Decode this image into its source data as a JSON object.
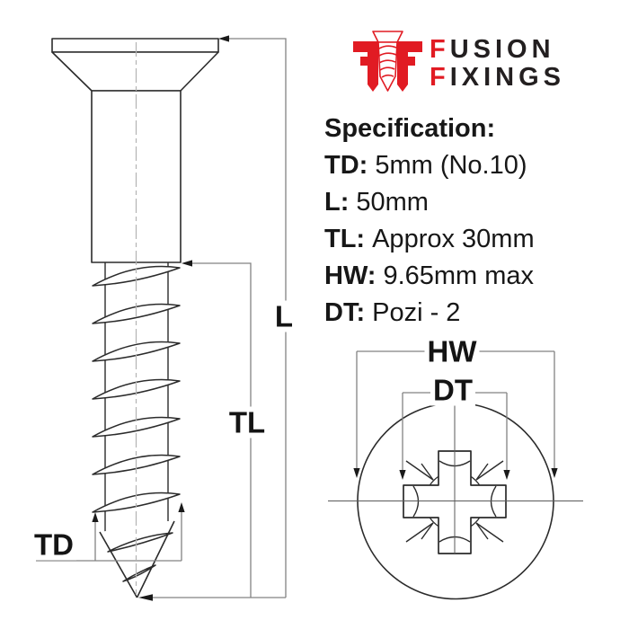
{
  "logo": {
    "mark_icon": "fusion-fixings-ff-screw-logo",
    "line1_initial": "F",
    "line1_rest": "USION",
    "line2_initial": "F",
    "line2_rest": "IXINGS",
    "brand_red": "#e11b23",
    "brand_dark": "#231f20"
  },
  "spec": {
    "heading": "Specification:",
    "rows": [
      {
        "label": "TD:",
        "value": "5mm (No.10)"
      },
      {
        "label": "L:",
        "value": "50mm"
      },
      {
        "label": "TL:",
        "value": "Approx 30mm"
      },
      {
        "label": "HW:",
        "value": "9.65mm max"
      },
      {
        "label": "DT:",
        "value": "Pozi - 2"
      }
    ]
  },
  "diagram": {
    "side_view": "countersunk-wood-screw-side-profile",
    "front_view": "screw-head-front-view-pozi-2-recess",
    "labels": {
      "l": "L",
      "tl": "TL",
      "td": "TD",
      "hw": "HW",
      "dt": "DT"
    }
  }
}
